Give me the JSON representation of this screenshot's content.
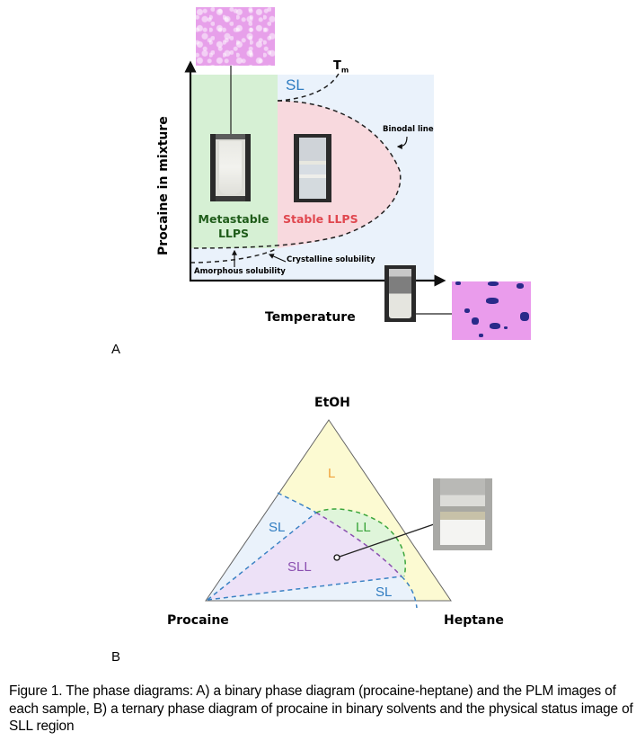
{
  "figure": {
    "panel_a": {
      "panel_label": "A",
      "y_axis_label": "Procaine in mixture",
      "x_axis_label": "Temperature",
      "tm_label": "T",
      "tm_subscript": "m",
      "regions": {
        "sl": "SL",
        "metastable_line1": "Metastable",
        "metastable_line2": "LLPS",
        "stable": "Stable LLPS"
      },
      "annotations": {
        "binodal": "Binodal line",
        "crystalline": "Crystalline solubility",
        "amorphous": "Amorphous solubility"
      },
      "images": {
        "plm_liquid": "PLM image: liquid droplets",
        "vial_cloudy": "Vial photo: cloudy (metastable LLPS)",
        "vial_clear": "Vial photo: two clear liquid phases (stable LLPS)",
        "vial_solid": "Vial photo: solid precipitate",
        "plm_crystal": "PLM image: crystals"
      },
      "colors": {
        "metastable_fill": "#d6f0d4",
        "stable_fill": "#f8d9de",
        "sl_fill": "#eaf2fb",
        "metastable_text": "#1f5c1a",
        "stable_text": "#e0474f",
        "sl_text": "#2f7cc1"
      }
    },
    "panel_b": {
      "panel_label": "B",
      "vertex_top": "EtOH",
      "vertex_left": "Procaine",
      "vertex_right": "Heptane",
      "regions": {
        "l": "L",
        "sl_upper": "SL",
        "ll": "LL",
        "sll": "SLL",
        "sl_lower": "SL"
      },
      "images": {
        "vial_sll": "Vial photo: SLL region physical status"
      },
      "colors": {
        "l_fill": "#fcfad2",
        "sl_fill": "#eaf2fb",
        "ll_fill": "#dff5da",
        "sll_fill": "#ede1f7",
        "l_text": "#f0a23a",
        "sl_text": "#2f7cc1",
        "ll_text": "#3aa53a",
        "sll_text": "#8a4fb0"
      }
    },
    "caption": "Figure 1. The phase diagrams: A) a binary phase diagram (procaine-heptane) and the PLM images of each sample, B) a ternary phase diagram of procaine in binary solvents and the physical status image of SLL region"
  }
}
